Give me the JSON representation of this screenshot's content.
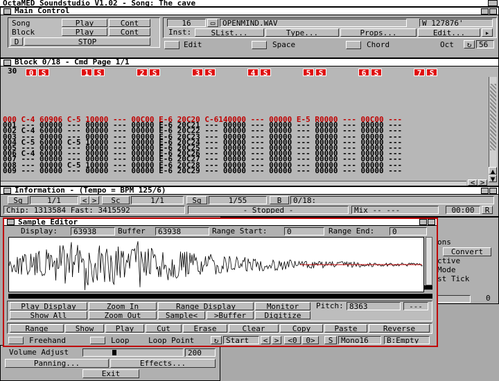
{
  "titlebar": "OctaMED Soundstudio V1.02 - Song: The cave",
  "main_control": {
    "title": "Main Control",
    "song_label": "Song",
    "block_label": "Block",
    "d_label": "D",
    "play": "Play",
    "cont": "Cont",
    "stop": "STOP",
    "inst_num": "16",
    "inst_name": "OPENMIND.WAV",
    "inst_size": "W 127876'",
    "inst_label": "Inst:",
    "slist": "SList...",
    "type": "Type...",
    "props": "Props...",
    "edit_btn": "Edit...",
    "edit_toggle": "Edit",
    "space_toggle": "Space",
    "chord_toggle": "Chord",
    "oct_label": "Oct",
    "oct_value": "56"
  },
  "block": {
    "title": "Block 0/18 - Cmd Page 1/1",
    "row_num_head": "30",
    "tracks": [
      "0",
      "1",
      "2",
      "3",
      "4",
      "5",
      "6",
      "7"
    ],
    "s_label": "S",
    "rows": [
      "000 C-4 60906 C-5 10000 --- 00C00 E-6 20C20 C-6140000 --- 00000 E-5 R0000 --- 00C00 ---",
      "001 --- 00000 --- 00000 --- 00000 E-6 20C21 --- 00000 --- 00000 --- 00000 --- 00000 ---",
      "002 C-4 60000 --- 00000 --- 00000 E-6 20C22 --- 00000 --- 00000 --- 00000 --- 00000 ---",
      "003 --- 00000 --- 00000 --- 00000 E-6 20C23 --- 00000 --- 00000 --- 00000 --- 00000 ---",
      "004 C-5 60000 C-5 10000 --- 00000 E-6 20C24 --- 00000 --- 00000 --- 00000 --- 00000 ---",
      "005 --- 00000 --- 00000 --- 00000 E-6 20C25 --- 00000 --- 00000 --- 00000 --- 00000 ---",
      "006 C-4 60000 --- 00000 --- 00000 E-6 20C26 --- 00000 --- 00000 --- 00000 --- 00000 ---",
      "007 --- 00000 --- 00000 --- 00000 E-6 20C27 --- 00000 --- 00000 --- 00000 --- 00000 ---",
      "008 --- 00000 C-5 10000 --- 00000 E-6 20C28 --- 00000 --- 00000 --- 00000 --- 00000 ---",
      "009 --- 00000 --- 00000 --- 00000 E-6 20C29 --- 00000 --- 00000 --- 00000 --- 00000 ---"
    ]
  },
  "information": {
    "title": "Information - (Tempo = BPM 125/6)",
    "sg": "Sg",
    "pos1": "1/1",
    "sc": "Sc",
    "pos2": "1/1",
    "sg2": "Sg",
    "pos3": "1/55",
    "b": "B",
    "block_pos": "0/18:",
    "mem": "Chip: 1313584 Fast: 3415592",
    "status": "- Stopped -",
    "mix": "Mix -- ---",
    "time": "00:00",
    "r": "R"
  },
  "right_panel": {
    "ons": "ons",
    "convert": "Convert",
    "active": "ctive",
    "mode": "Mode",
    "tick": "st Tick",
    "zero": "0"
  },
  "bottom_panel": {
    "volume_label": "Volume Adjust",
    "volume_value": "200",
    "volume_level": 0.3,
    "panning": "Panning...",
    "effects": "Effects...",
    "exit": "Exit"
  },
  "sample_editor": {
    "title": "Sample Editor",
    "display_label": "Display:",
    "display_value": "63938",
    "buffer_label": "Buffer",
    "buffer_value": "63938",
    "range_start_label": "Range Start:",
    "range_start_value": "0",
    "range_end_label": "Range End:",
    "range_end_value": "0",
    "play_display": "Play Display",
    "zoom_in": "Zoom In",
    "range_display": "Range Display",
    "monitor": "Monitor",
    "pitch_label": "Pitch:",
    "pitch_value": "8363",
    "pitch_extra": "---",
    "show_all": "Show All",
    "zoom_out": "Zoom Out",
    "sample_to": "Sample<",
    "to_buffer": ">Buffer",
    "digitize": "Digitize",
    "range": "Range",
    "show": "Show",
    "play": "Play",
    "cut": "Cut",
    "erase": "Erase",
    "clear": "Clear",
    "copy": "Copy",
    "paste": "Paste",
    "reverse": "Reverse",
    "freehand": "Freehand",
    "loop": "Loop",
    "loop_point": "Loop Point",
    "start": "Start",
    "lt": "<",
    "gt": ">",
    "lt0": "<0",
    "gt0": "0>",
    "s": "S",
    "mono16": "Mono16",
    "b_empty": "B:Empty"
  },
  "colors": {
    "accent_red": "#e01010",
    "cursor_row": "#c00000"
  }
}
